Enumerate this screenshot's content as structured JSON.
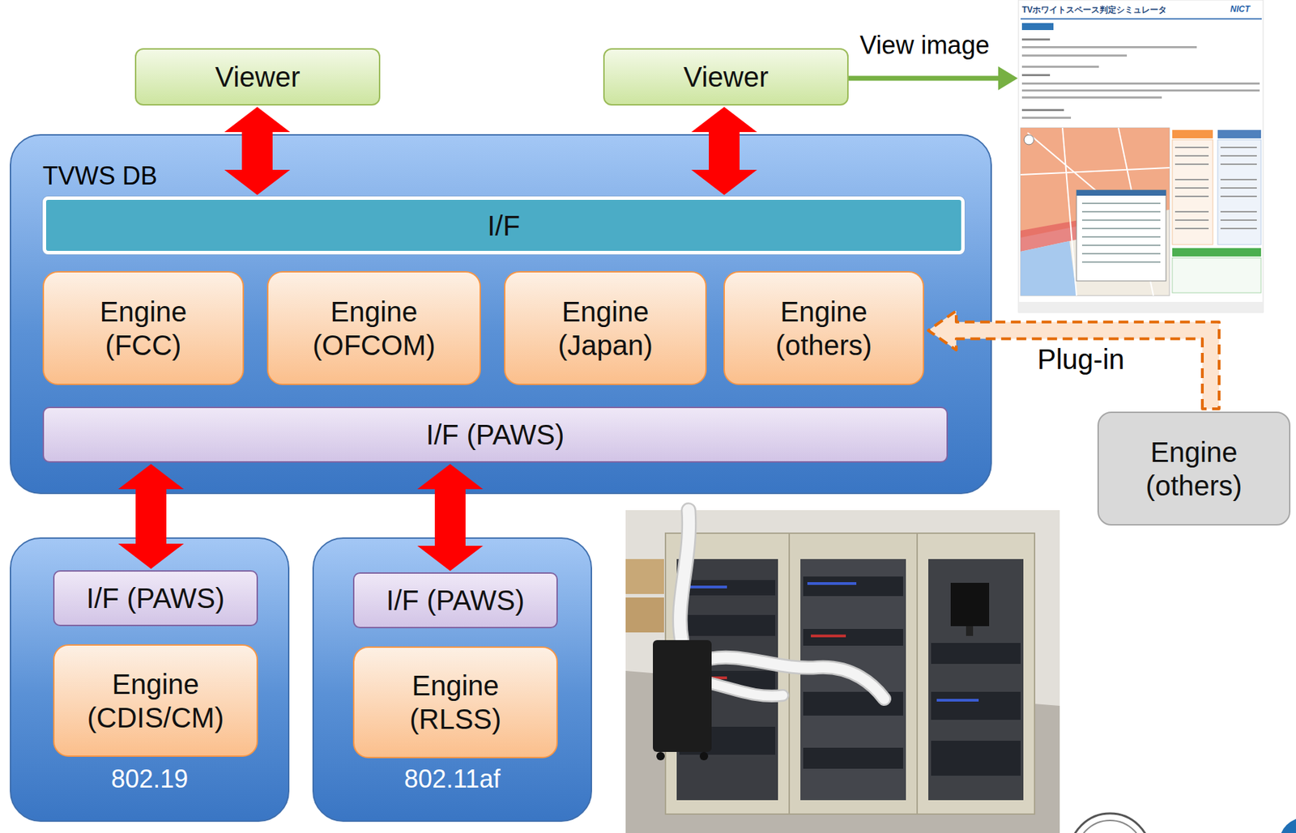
{
  "diagram": {
    "nodes": [
      {
        "text": [
          "Viewer"
        ]
      },
      {
        "text": [
          "Viewer"
        ]
      },
      {
        "text": [
          "TVWS DB"
        ]
      },
      {
        "text": [
          "I/F"
        ],
        "in": 2
      },
      {
        "text": [
          "Engine (FCC)"
        ],
        "in": 2
      },
      {
        "text": [
          "Engine (OFCOM)"
        ],
        "in": 2
      },
      {
        "text": [
          "Engine (Japan)"
        ],
        "in": 2
      },
      {
        "text": [
          "Engine (others)"
        ],
        "in": 2
      },
      {
        "text": [
          "I/F (PAWS)"
        ],
        "in": 2
      },
      {
        "text": [
          "802.19"
        ]
      },
      {
        "text": [
          "I/F (PAWS)"
        ],
        "in": 9
      },
      {
        "text": [
          "Engine (CDIS/CM)"
        ],
        "in": 9
      },
      {
        "text": [
          "802.11af"
        ]
      },
      {
        "text": [
          "I/F (PAWS)"
        ],
        "in": 12
      },
      {
        "text": [
          "Engine (RLSS)"
        ],
        "in": 12
      },
      {
        "text": [
          "Engine (others)"
        ]
      }
    ],
    "edges": [
      {
        "from": 0,
        "to": 3,
        "arrow": "both"
      },
      {
        "from": 1,
        "to": 3,
        "arrow": "both"
      },
      {
        "from": 8,
        "to": 10,
        "arrow": "both"
      },
      {
        "from": 8,
        "to": 13,
        "arrow": "both"
      },
      {
        "from": 15,
        "to": 7,
        "label": "Plug-in",
        "arrow": "to"
      }
    ],
    "labels": [
      "View image",
      "TVホワイトスペース判定シミュレータ",
      "NICT"
    ]
  }
}
